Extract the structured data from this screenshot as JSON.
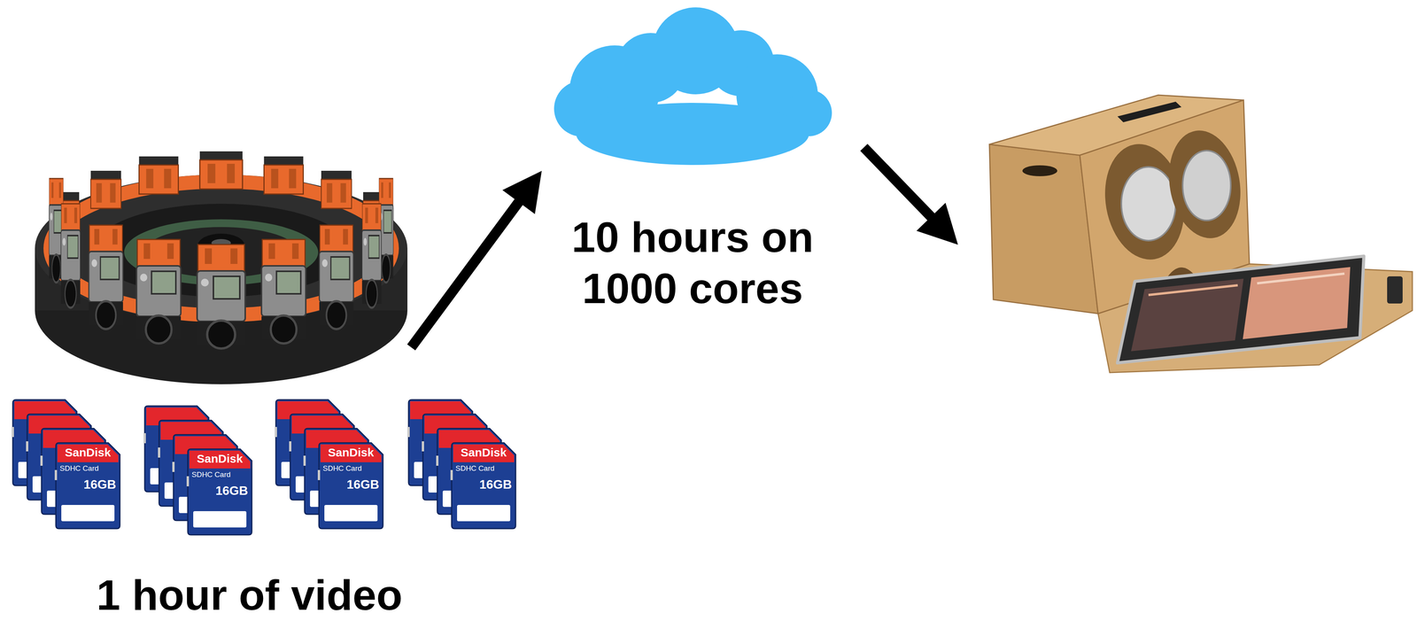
{
  "diagram": {
    "nodes": [
      {
        "text": [
          "1 hour of video"
        ]
      },
      {
        "text": [
          "10 hours on 1000 cores"
        ]
      },
      {
        "text": []
      }
    ],
    "edges": [
      {
        "from": 0,
        "to": 1,
        "arrow": "to"
      },
      {
        "from": 1,
        "to": 2,
        "arrow": "to"
      }
    ],
    "labels": [
      "SanDisk",
      "SDHC Card",
      "16GB",
      "SanDisk",
      "SDHC Card",
      "16GB",
      "SanDisk",
      "SDHC Card",
      "16GB",
      "SanDisk",
      "SDHC Card",
      "16GB"
    ]
  }
}
